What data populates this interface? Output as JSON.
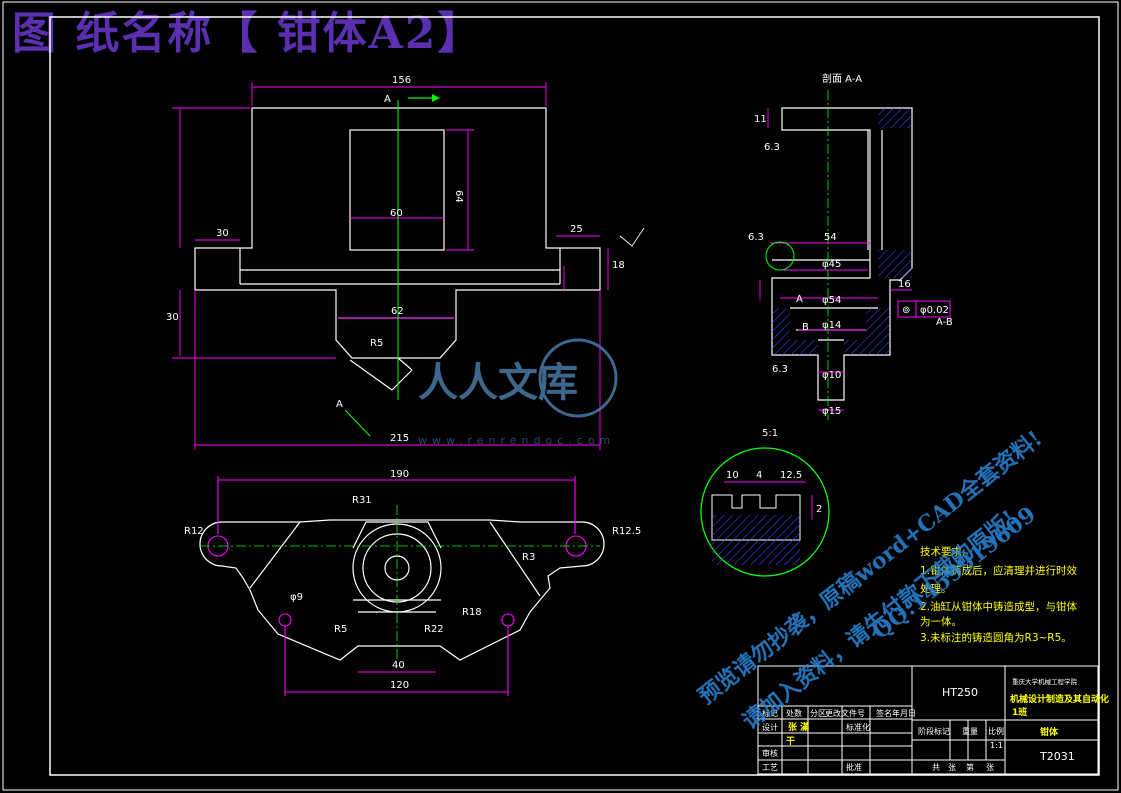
{
  "drawing_title": "图 纸名称【 钳体A2】",
  "section_title": "剖面 A-A",
  "front_view": {
    "dims": [
      "156",
      "64",
      "60",
      "30",
      "25",
      "18",
      "62",
      "R5",
      "215",
      "30",
      "A"
    ],
    "section_marks": [
      "A",
      "A"
    ]
  },
  "section_view": {
    "dims": [
      "11",
      "6.3",
      "6.3",
      "54",
      "φ45",
      "φ54",
      "φ14",
      "φ10",
      "φ15",
      "16",
      "6.3",
      "5:1"
    ],
    "tolerance": [
      "⊚",
      "φ0.02",
      "A-B"
    ],
    "datums": [
      "A",
      "B"
    ]
  },
  "plan_view": {
    "dims": [
      "190",
      "R31",
      "R12",
      "R12.5",
      "R5",
      "R22",
      "R3",
      "40",
      "120",
      "φ9",
      "R18"
    ]
  },
  "detail_view": {
    "dims": [
      "10",
      "4",
      "12.5",
      "2"
    ]
  },
  "notes": {
    "heading": "技术要求:",
    "lines": [
      "1.钳体铸成后，应清理并进行时效",
      "处理。",
      "2.油缸从钳体中铸造成型，与钳体",
      "为一体。",
      "3.未标注的铸造圆角为R3~R5。"
    ]
  },
  "title_block": {
    "material": "HT250",
    "school": "重庆大学机械工程学院",
    "major": "机械设计制造及其自动化",
    "class": "1班",
    "part_name": "钳体",
    "drawing_no": "T2031",
    "scale": "1:1",
    "designer": "张 滿",
    "check_label": "干",
    "row_labels": [
      "标记",
      "处数",
      "分区",
      "更改文件号",
      "签名",
      "年月日"
    ],
    "stage_labels": [
      "阶段标记",
      "重量",
      "比例"
    ],
    "sheet_labels": [
      "共",
      "张",
      "第",
      "张"
    ],
    "small_labels": [
      "设计",
      "审核",
      "工艺",
      "批准",
      "标准化"
    ]
  },
  "watermark": {
    "logo_text": "人人文库",
    "url": "www.renrendoc.com",
    "lines": [
      "预览请勿抄袭，原稿word+CAD全套资料!",
      "QQ:1459919609",
      "请加入资料，请先付款下载的原版!"
    ]
  },
  "colors": {
    "background": "#000000",
    "outline": "#ffffff",
    "dimension": "#ff00ff",
    "centerline": "#00ff00",
    "notes": "#ffff00",
    "title": "#5a2fb0",
    "watermark": "#2a86d8"
  }
}
